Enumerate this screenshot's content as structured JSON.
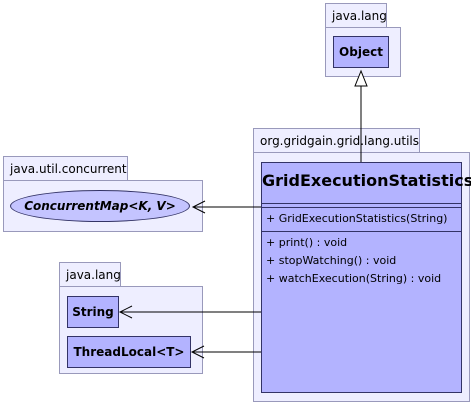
{
  "packages": {
    "java_lang_top": "java.lang",
    "gridgain_utils": "org.gridgain.grid.lang.utils",
    "java_util_concurrent": "java.util.concurrent",
    "java_lang_bottom": "java.lang"
  },
  "classes": {
    "object": "Object",
    "concurrent_map": "ConcurrentMap<K, V>",
    "string": "String",
    "thread_local": "ThreadLocal<T>"
  },
  "main_class": {
    "name": "GridExecutionStatistics",
    "constructors": [
      "+ GridExecutionStatistics(String)"
    ],
    "methods": [
      "+ print() : void",
      "+ stopWatching() : void",
      "+ watchExecution(String) : void"
    ]
  }
}
